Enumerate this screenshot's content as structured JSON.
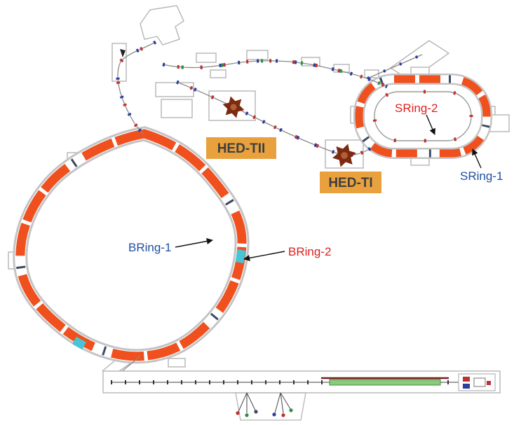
{
  "diagram": {
    "type": "accelerator-facility-layout",
    "labels": {
      "hed_tii": "HED-TII",
      "hed_ti": "HED-TI",
      "sring_2": "SRing-2",
      "sring_1": "SRing-1",
      "bring_1": "BRing-1",
      "bring_2": "BRing-2"
    },
    "colors": {
      "magnet_orange": "#F04F1E",
      "label_box_bg": "#E9A13E",
      "label_box_text": "#3F3F3F",
      "red_text": "#E01E1E",
      "blue_text": "#1E4FA0",
      "burst_dark_red": "#7C2A10",
      "tunnel_gray": "#C4C4C4",
      "building_gray": "#B5B5B5",
      "beamline_gray": "#8A8A8A",
      "tick_blue": "#2B3D9E",
      "tick_red": "#C03030",
      "tick_green": "#2E9140",
      "tick_dark": "#3A4A63",
      "cyan_magnet": "#49C3D6",
      "green_strip": "#8CC97E",
      "maroon_line": "#7A1F1F"
    }
  }
}
